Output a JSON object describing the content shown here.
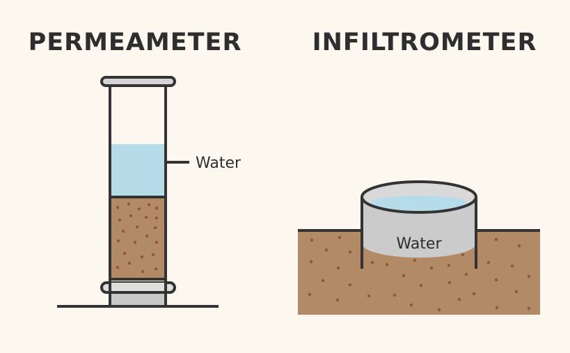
{
  "permeameter": {
    "title": "PERMEAMETER",
    "water_label": "Water"
  },
  "infiltrometer": {
    "title": "INFILTROMETER",
    "water_label": "Water"
  },
  "colors": {
    "background": "#fcf8f0",
    "soil": "#b38a66",
    "soil_dot": "#8a5a3a",
    "water": "#b6dcea",
    "metal": "#cfcfcf",
    "outline": "#333333"
  }
}
